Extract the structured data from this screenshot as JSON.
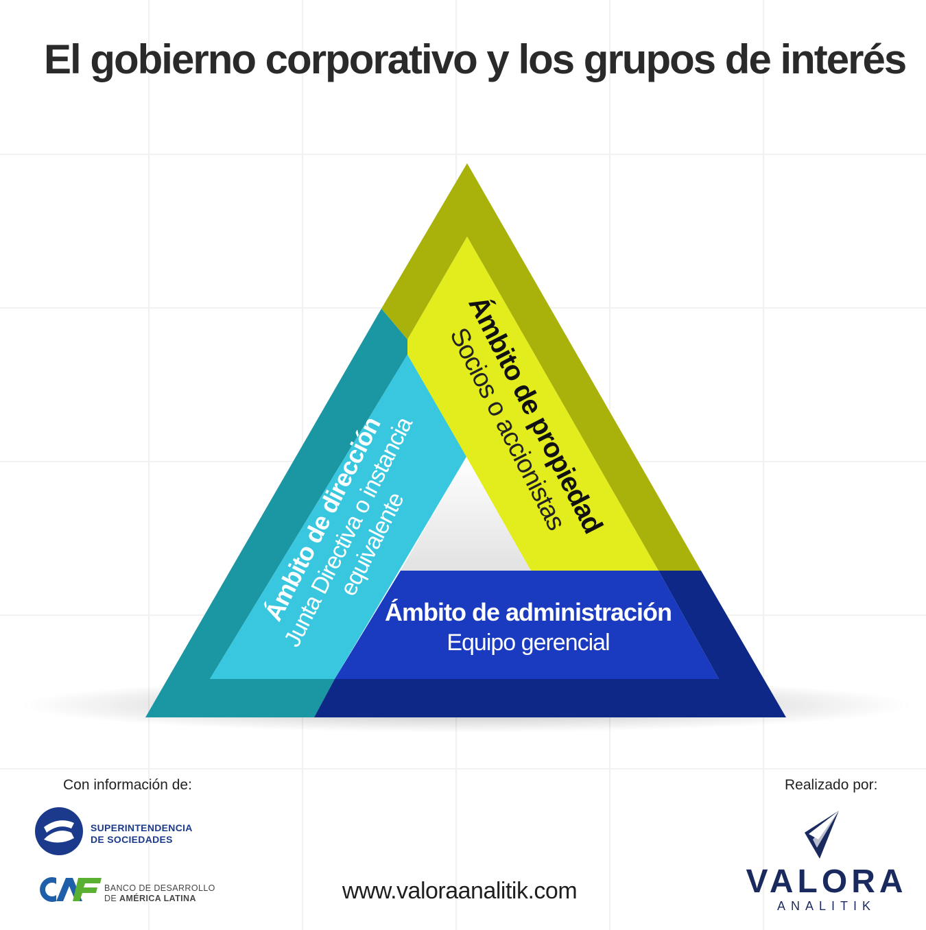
{
  "title": "El gobierno corporativo y los grupos de interés",
  "colors": {
    "yellow_outer": "#a9b20a",
    "yellow_inner": "#e3ec1c",
    "teal_outer": "#1b97a4",
    "teal_inner": "#38c7df",
    "blue_outer": "#0e2887",
    "blue_inner": "#1a3bbf",
    "valora_navy": "#1a2a5e",
    "supersoc_blue": "#1b3a8c",
    "caf_blue": "#1f5fa9",
    "caf_green": "#5ab031"
  },
  "segments": {
    "propiedad": {
      "title": "Ámbito de propiedad",
      "subtitle": "Socios o accionistas"
    },
    "direccion": {
      "title": "Ámbito de dirección",
      "subtitle_line1": "Junta Directiva o instancia",
      "subtitle_line2": "equivalente"
    },
    "administracion": {
      "title": "Ámbito de administración",
      "subtitle": "Equipo gerencial"
    }
  },
  "footer": {
    "source_caption": "Con información de:",
    "made_by_caption": "Realizado por:",
    "website": "www.valoraanalitik.com",
    "supersoc": {
      "line1": "SUPERINTENDENCIA",
      "line2": "DE SOCIEDADES",
      "icon": "supersociedades-logo-icon"
    },
    "caf": {
      "mark": "CAF",
      "line1": "BANCO DE DESARROLLO",
      "line2_prefix": "DE ",
      "line2_bold": "AMÉRICA LATINA"
    },
    "valora": {
      "word": "VALORA",
      "subword": "ANALITIK",
      "icon": "valora-wing-icon"
    }
  }
}
